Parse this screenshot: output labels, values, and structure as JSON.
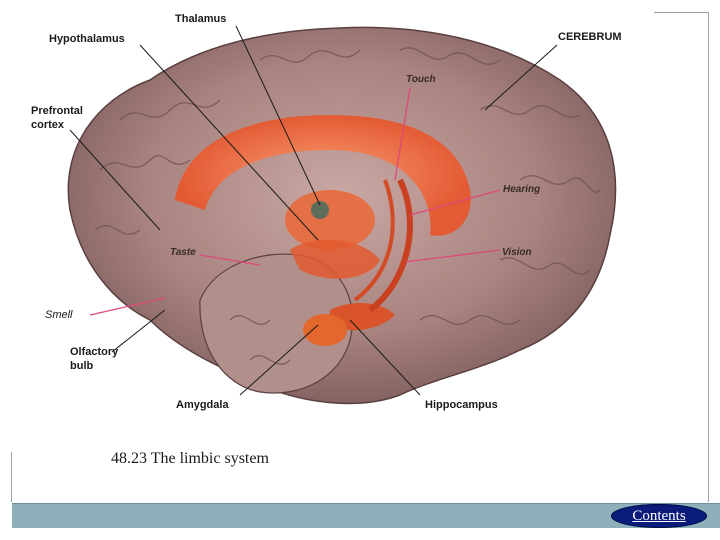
{
  "figure": {
    "labels": {
      "thalamus": "Thalamus",
      "hypothalamus": "Hypothalamus",
      "cerebrum": "CEREBRUM",
      "touch": "Touch",
      "prefrontal_line1": "Prefrontal",
      "prefrontal_line2": "cortex",
      "hearing": "Hearing",
      "taste": "Taste",
      "vision": "Vision",
      "smell": "Smell",
      "olfactory_line1": "Olfactory",
      "olfactory_line2": "bulb",
      "amygdala": "Amygdala",
      "hippocampus": "Hippocampus"
    }
  },
  "caption": "48.23 The limbic system",
  "footer": {
    "contents_label": "Contents",
    "bar_color": "#8fb0ba",
    "button_color": "#0b1b7a"
  }
}
